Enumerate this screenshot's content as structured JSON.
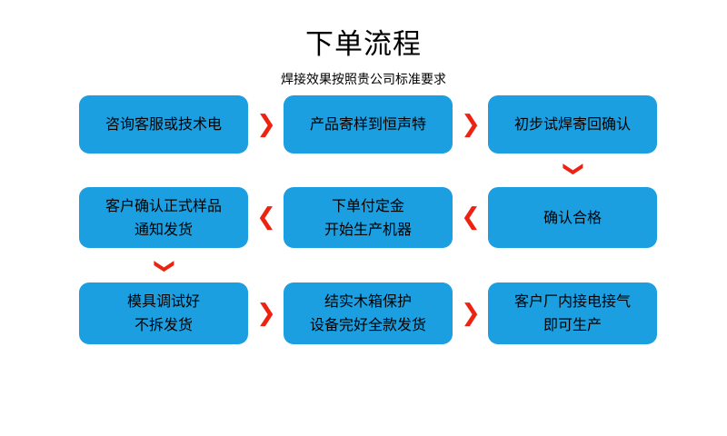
{
  "header": {
    "title": "下单流程",
    "subtitle": "焊接效果按照贵公司标准要求"
  },
  "theme": {
    "node_fill": "#1B9FE0",
    "arrow_color": "#EE2211",
    "text_color": "#000000",
    "background": "#FFFFFF"
  },
  "flow": {
    "rows": [
      {
        "direction": "left-to-right",
        "nodes": [
          {
            "id": "step-1",
            "lines": [
              "咨询客服或技术电"
            ]
          },
          {
            "id": "step-2",
            "lines": [
              "产品寄样到恒声特"
            ]
          },
          {
            "id": "step-3",
            "lines": [
              "初步试焊寄回确认"
            ]
          }
        ],
        "connectors": [
          {
            "id": "arrow-r1-1",
            "glyph": "❯"
          },
          {
            "id": "arrow-r1-2",
            "glyph": "❯"
          }
        ]
      },
      {
        "direction": "right-to-left",
        "nodes": [
          {
            "id": "step-6",
            "lines": [
              "客户确认正式样品",
              "通知发货"
            ]
          },
          {
            "id": "step-5",
            "lines": [
              "下单付定金",
              "开始生产机器"
            ]
          },
          {
            "id": "step-4",
            "lines": [
              "确认合格"
            ]
          }
        ],
        "connectors": [
          {
            "id": "arrow-r2-1",
            "glyph": "❮"
          },
          {
            "id": "arrow-r2-2",
            "glyph": "❮"
          }
        ]
      },
      {
        "direction": "left-to-right",
        "nodes": [
          {
            "id": "step-7",
            "lines": [
              "模具调试好",
              "不拆发货"
            ]
          },
          {
            "id": "step-8",
            "lines": [
              "结实木箱保护",
              "设备完好全款发货"
            ]
          },
          {
            "id": "step-9",
            "lines": [
              "客户厂内接电接气",
              "即可生产"
            ]
          }
        ],
        "connectors": [
          {
            "id": "arrow-r3-1",
            "glyph": "❯"
          },
          {
            "id": "arrow-r3-2",
            "glyph": "❯"
          }
        ]
      }
    ],
    "vertical_connectors": [
      {
        "id": "arrow-down-right",
        "glyph": "❮",
        "from": "step-3",
        "to": "step-4"
      },
      {
        "id": "arrow-down-left",
        "glyph": "❮",
        "from": "step-6",
        "to": "step-7"
      }
    ]
  }
}
